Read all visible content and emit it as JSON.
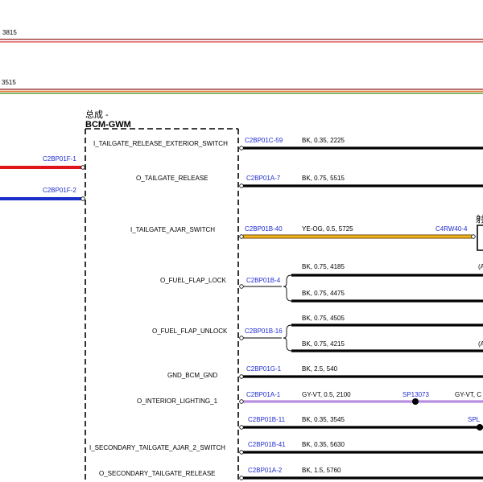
{
  "header": {
    "wire_top_id": "3815",
    "wire_mid_id": "3515"
  },
  "module": {
    "name_cn": "总成 -",
    "name": "BCM-GWM"
  },
  "left_connectors": [
    {
      "pin": "C2BP01F-1",
      "color": "#e0141b"
    },
    {
      "pin": "C2BP01F-2",
      "color": "#1a2fc8"
    }
  ],
  "signals": [
    {
      "name": "I_TAILGATE_RELEASE_EXTERIOR_SWITCH",
      "pin": "C2BP01C-59",
      "wire": "BK, 0.35, 2225"
    },
    {
      "name": "O_TAILGATE_RELEASE",
      "pin": "C2BP01A-7",
      "wire": "BK, 0.75, 5515"
    },
    {
      "name": "I_TAILGATE_AJAR_SWITCH",
      "pin": "C2BP01B-40",
      "wire": "YE-OG, 0.5, 5725",
      "end_pin": "C4RW40-4",
      "right_label": "射"
    },
    {
      "name": "O_FUEL_FLAP_LOCK",
      "pin": "C2BP01B-4",
      "wire": "BK, 0.75, 4185",
      "wire2": "BK, 0.75, 4475",
      "right_tag": "(A"
    },
    {
      "name": "O_FUEL_FLAP_UNLOCK",
      "pin": "C2BP01B-16",
      "wire": "BK, 0.75, 4505",
      "wire2": "BK, 0.75, 4215",
      "right_tag": "(A"
    },
    {
      "name": "GND_BCM_GND",
      "pin": "C2BP01G-1",
      "wire": "BK, 2.5, 540"
    },
    {
      "name": "O_INTERIOR_LIGHTING_1",
      "pin": "C2BP01A-1",
      "wire": "GY-VT, 0.5, 2100",
      "splice": "SP13073",
      "wire_after": "GY-VT, C"
    },
    {
      "name": "",
      "pin": "C2BP01B-11",
      "wire": "BK, 0.35, 3545",
      "splice": "SPL"
    },
    {
      "name": "I_SECONDARY_TAILGATE_AJAR_2_SWITCH",
      "pin": "C2BP01B-41",
      "wire": "BK, 0.35, 5630"
    },
    {
      "name": "O_SECONDARY_TAILGATE_RELEASE",
      "pin": "C2BP01A-2",
      "wire": "BK, 1.5, 5760"
    }
  ],
  "colors": {
    "wire_black": "#000000",
    "wire_yellow": "#f2b31f",
    "wire_purple": "#b78ee0",
    "wire_red": "#e0141b",
    "wire_blue": "#1a2fc8",
    "wire_brown": "#8b1a1a",
    "wire_green": "#3e8a1e",
    "label_blue": "#1f2bd1"
  }
}
